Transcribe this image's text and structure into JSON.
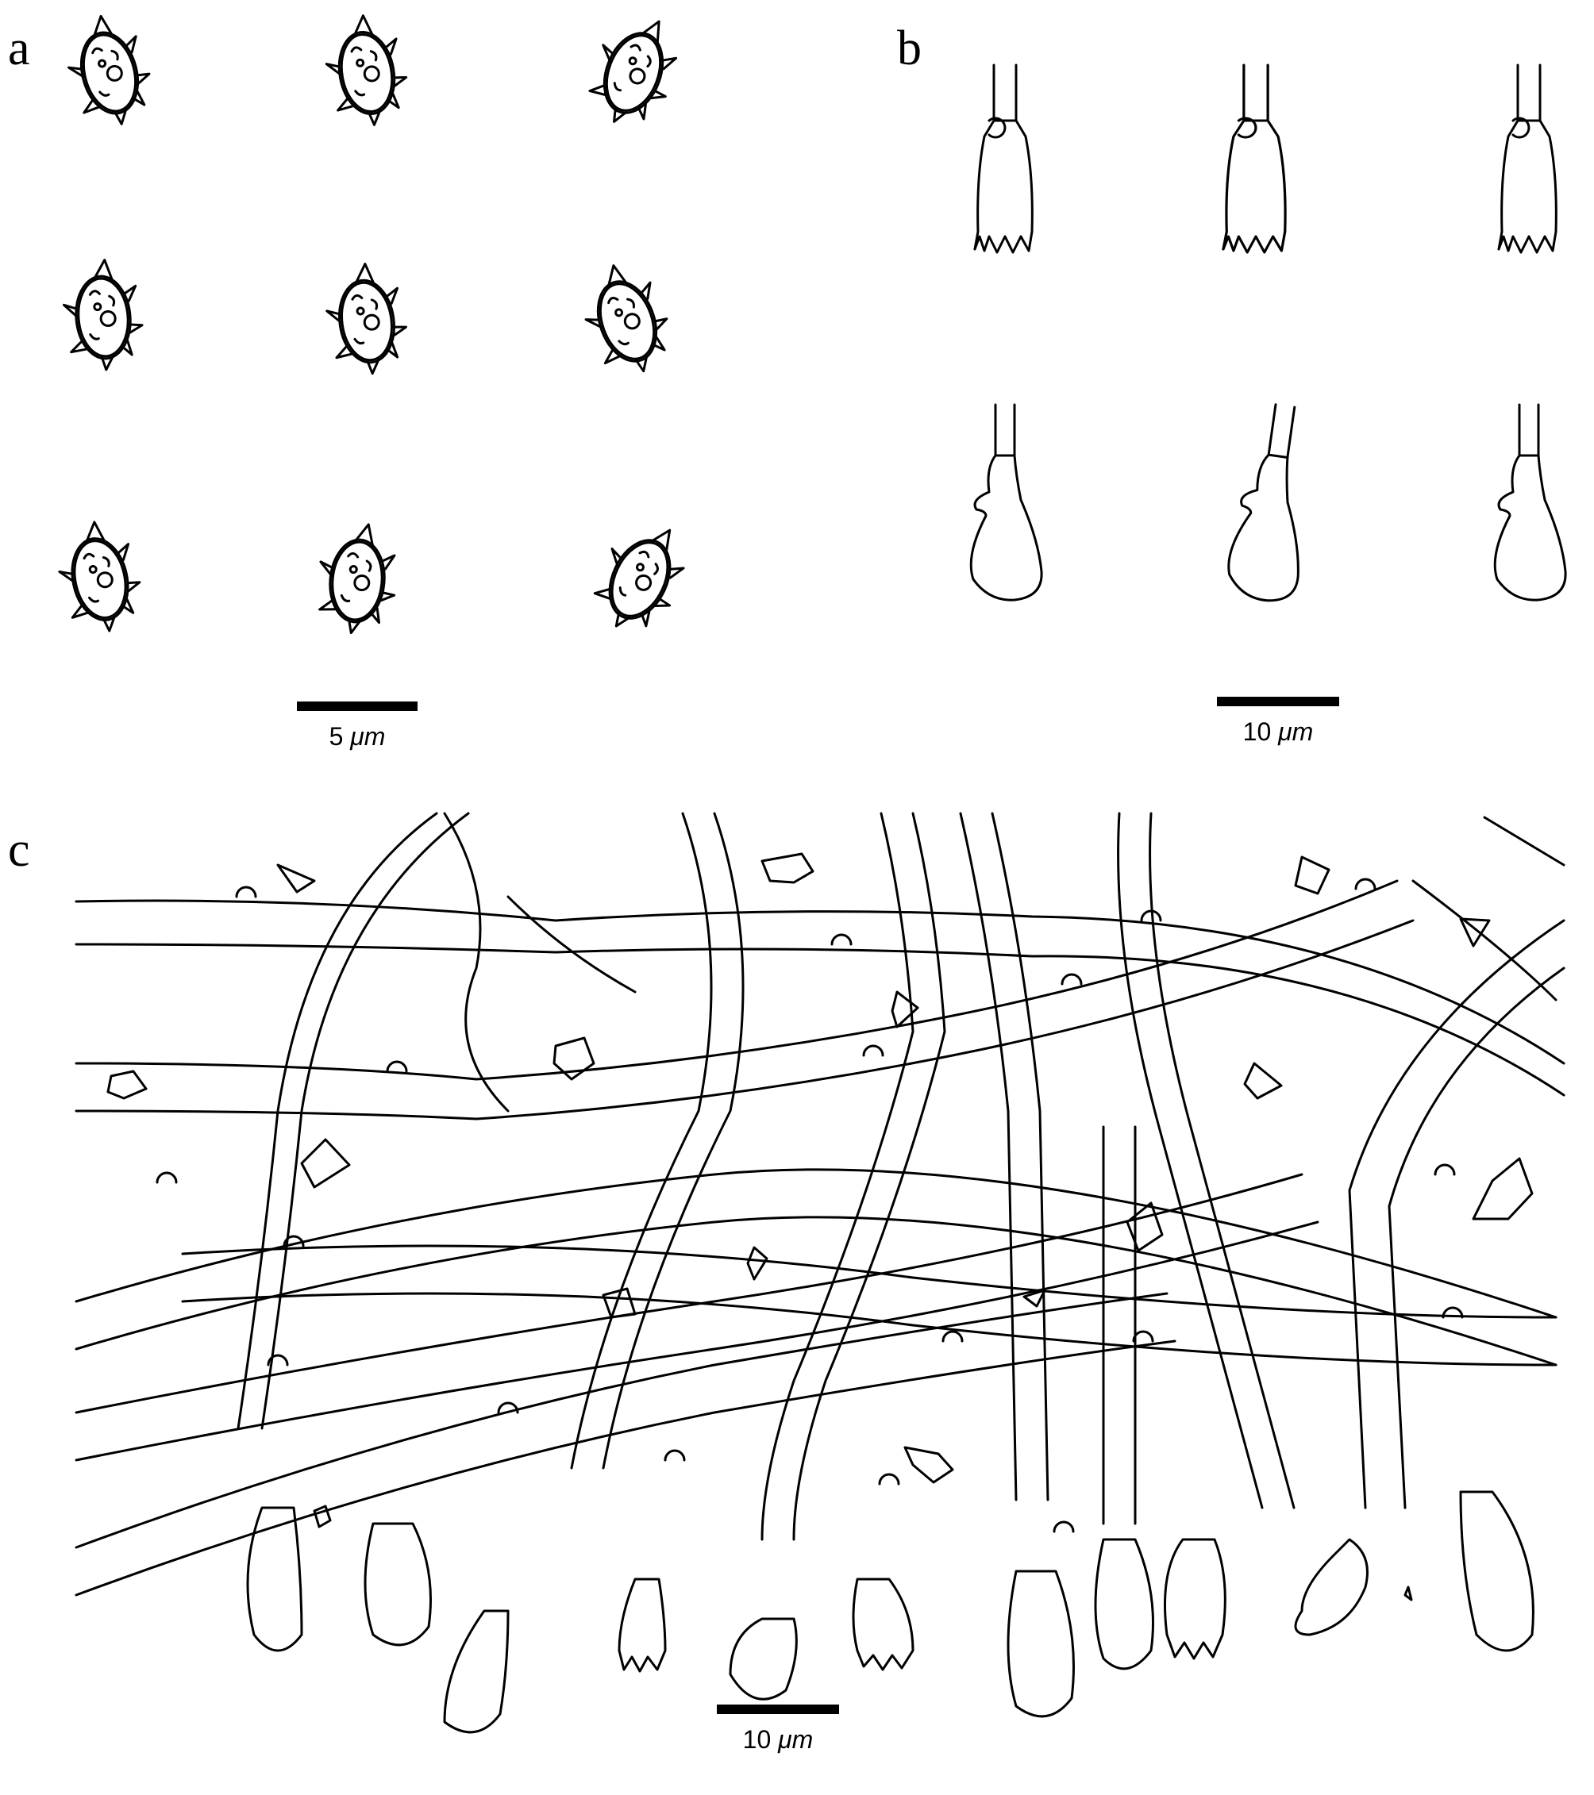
{
  "panels": {
    "a": {
      "letter": "a",
      "scale_value": "5",
      "scale_unit": "μm"
    },
    "b": {
      "letter": "b",
      "scale_value": "10",
      "scale_unit": "μm"
    },
    "c": {
      "letter": "c",
      "scale_value": "10",
      "scale_unit": "μm"
    }
  },
  "icons": {
    "spore": "spore-icon",
    "basidium": "basidium-icon",
    "hypha": "hypha-icon",
    "crystal": "crystal-icon",
    "clamp": "clamp-connection-icon"
  }
}
